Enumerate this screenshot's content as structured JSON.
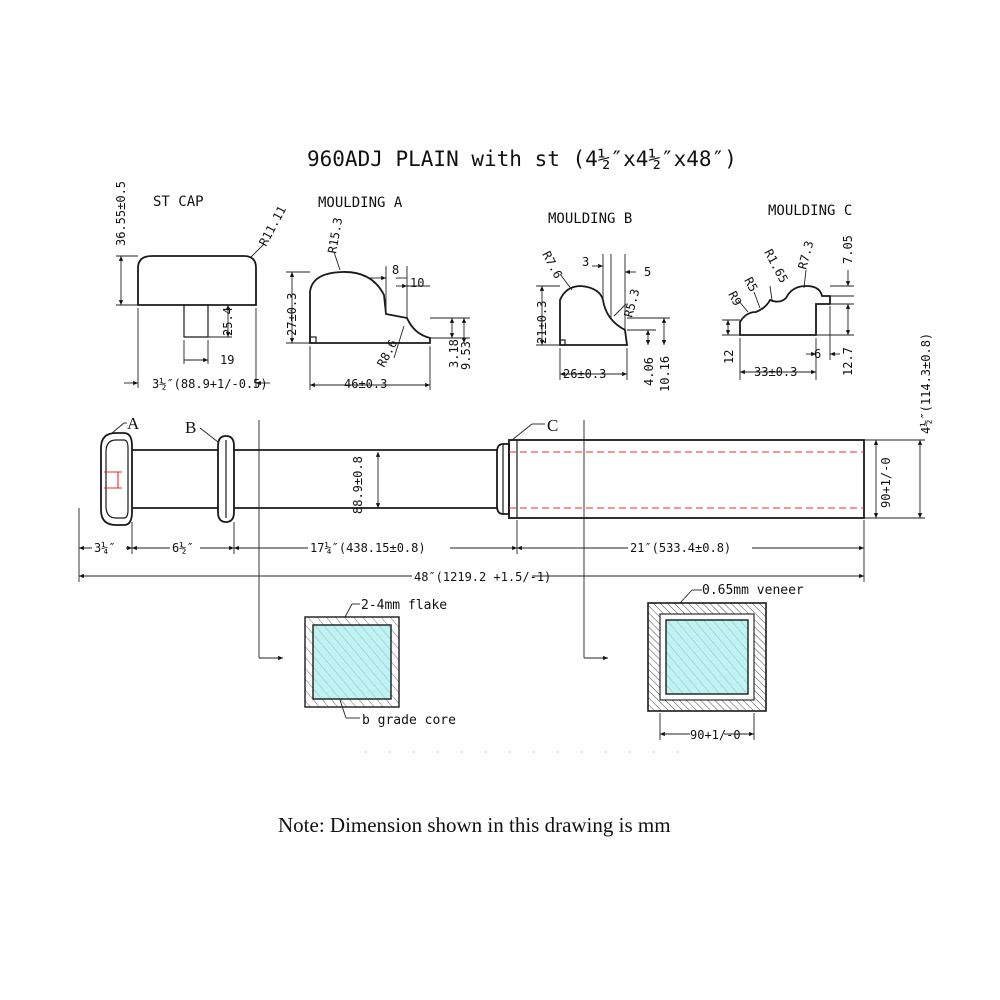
{
  "title": "960ADJ PLAIN with st (4½″x4½″x48″)",
  "parts": {
    "st_cap": {
      "label": "ST CAP",
      "height": "36.55±0.5",
      "radius": "R11.11",
      "stem": "25.4",
      "stem_width": "19",
      "width": "3½″(88.9+1/-0.5)"
    },
    "moulding_a": {
      "label": "MOULDING A",
      "r_top": "R15.3",
      "r_bottom": "R8.6",
      "height": "27±0.3",
      "d8": "8",
      "d10": "10",
      "d318": "3.18",
      "d953": "9.53",
      "width": "46±0.3"
    },
    "moulding_b": {
      "label": "MOULDING B",
      "r_top": "R7.6",
      "r_side": "R5.3",
      "height": "21±0.3",
      "d3": "3",
      "d5": "5",
      "width": "26±0.3",
      "d406": "4.06",
      "d1016": "10.16"
    },
    "moulding_c": {
      "label": "MOULDING C",
      "r73": "R7.3",
      "r165": "R1.65",
      "r5": "R5",
      "r9": "R9",
      "d705": "7.05",
      "d12": "12",
      "d6": "6",
      "width": "33±0.3",
      "d127": "12.7"
    }
  },
  "elevation": {
    "callout_a": "A",
    "callout_b": "B",
    "callout_c": "C",
    "shaft_dim": "88.9±0.8",
    "side_dim": "90+1/-0",
    "overall_height": "4½″(114.3±0.8)",
    "seg1": "3¼″",
    "seg2": "6½″",
    "seg3": "17¼″(438.15±0.8)",
    "seg4": "21″(533.4±0.8)",
    "overall_length": "48″(1219.2 +1.5/-1)"
  },
  "sections": {
    "left_top": "2-4mm flake",
    "left_bottom": "b grade core",
    "right_top": "0.65mm veneer",
    "right_dim": "90+1/-0"
  },
  "note": "Note: Dimension shown in this drawing is mm"
}
